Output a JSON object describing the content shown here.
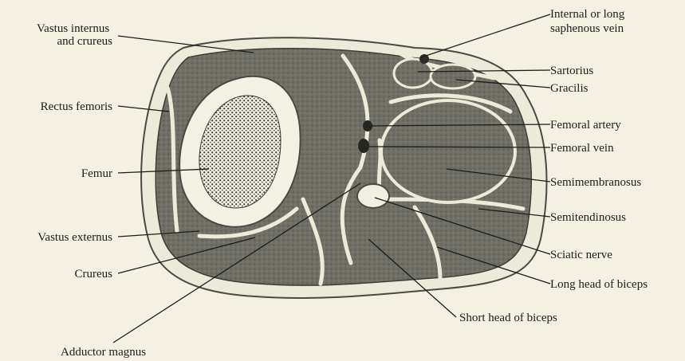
{
  "labels": {
    "vastus_internus": [
      "Vastus internus",
      "and crureus"
    ],
    "rectus_femoris": "Rectus femoris",
    "femur": "Femur",
    "vastus_externus": "Vastus externus",
    "crureus": "Crureus",
    "adductor_magnus": "Adductor magnus",
    "saphenous_vein": [
      "Internal or long",
      "saphenous vein"
    ],
    "sartorius": "Sartorius",
    "gracilis": "Gracilis",
    "femoral_artery": "Femoral artery",
    "femoral_vein": "Femoral vein",
    "semimembranosus": "Semimembranosus",
    "semitendinosus": "Semitendinosus",
    "sciatic_nerve": "Sciatic nerve",
    "long_head_biceps": "Long head of biceps",
    "short_head_biceps": "Short head of biceps"
  }
}
